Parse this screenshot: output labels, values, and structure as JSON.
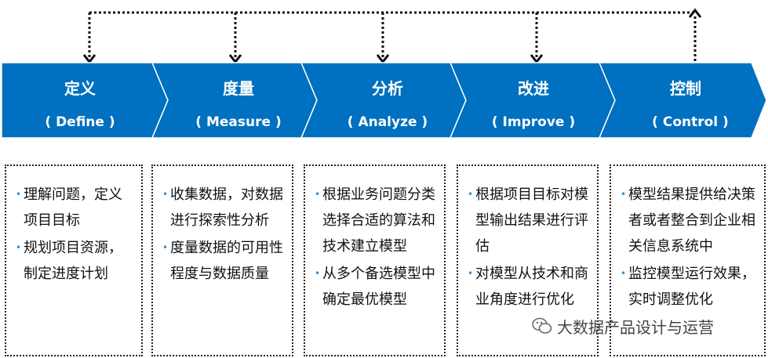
{
  "stages": [
    {
      "title": "定义",
      "subtitle": "( Define )",
      "bullets": [
        "理解问题，定义项目目标",
        "规划项目资源，制定进度计划"
      ]
    },
    {
      "title": "度量",
      "subtitle": "( Measure )",
      "bullets": [
        "收集数据，对数据进行探索性分析",
        "度量数据的可用性程度与数据质量"
      ]
    },
    {
      "title": "分析",
      "subtitle": "( Analyze )",
      "bullets": [
        "根据业务问题分类选择合适的算法和技术建立模型",
        "从多个备选模型中确定最优模型"
      ]
    },
    {
      "title": "改进",
      "subtitle": "( Improve )",
      "bullets": [
        "根据项目目标对模型输出结果进行评估",
        "对模型从技术和商业角度进行优化"
      ]
    },
    {
      "title": "控制",
      "subtitle": "( Control )",
      "bullets": [
        "模型结果提供给决策者或者整合到企业相关信息系统中",
        "监控模型运行效果，实时调整优化"
      ]
    }
  ],
  "watermark": "大数据产品设计与运营",
  "colors": {
    "arrow_fill": "#0070c0",
    "arrow_edge": "#ffffff",
    "text": "#ffffff",
    "bullet_dot": "#2f8fd6"
  }
}
